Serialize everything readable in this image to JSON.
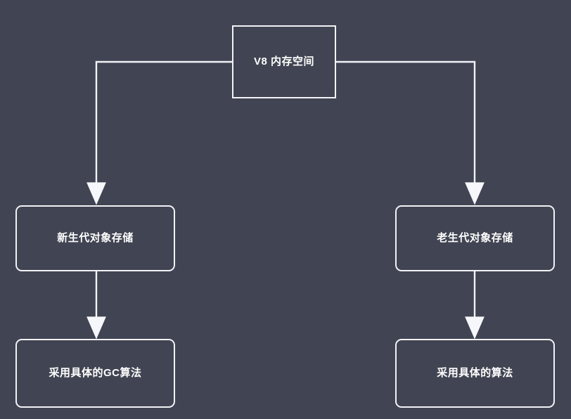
{
  "diagram": {
    "type": "flowchart",
    "title_text": "V8 内存空间",
    "background_color": "#414452",
    "stroke_color": "#f2f3f7",
    "text_color": "#ffffff",
    "nodes": [
      {
        "id": "root",
        "label": "V8 内存空间",
        "shape": "rectangle"
      },
      {
        "id": "young",
        "label": "新生代对象存储",
        "shape": "rounded-rectangle"
      },
      {
        "id": "old",
        "label": "老生代对象存储",
        "shape": "rounded-rectangle"
      },
      {
        "id": "young-gc",
        "label": "采用具体的GC算法",
        "shape": "rounded-rectangle"
      },
      {
        "id": "old-gc",
        "label": "采用具体的算法",
        "shape": "rounded-rectangle"
      }
    ],
    "edges": [
      {
        "id": "root-to-young",
        "from": "root",
        "to": "young",
        "style": "elbow",
        "arrow": "open-triangle"
      },
      {
        "id": "root-to-old",
        "from": "root",
        "to": "old",
        "style": "elbow",
        "arrow": "open-triangle"
      },
      {
        "id": "young-to-young-gc",
        "from": "young",
        "to": "young-gc",
        "style": "straight",
        "arrow": "open-triangle"
      },
      {
        "id": "old-to-old-gc",
        "from": "old",
        "to": "old-gc",
        "style": "straight",
        "arrow": "open-triangle"
      }
    ]
  }
}
